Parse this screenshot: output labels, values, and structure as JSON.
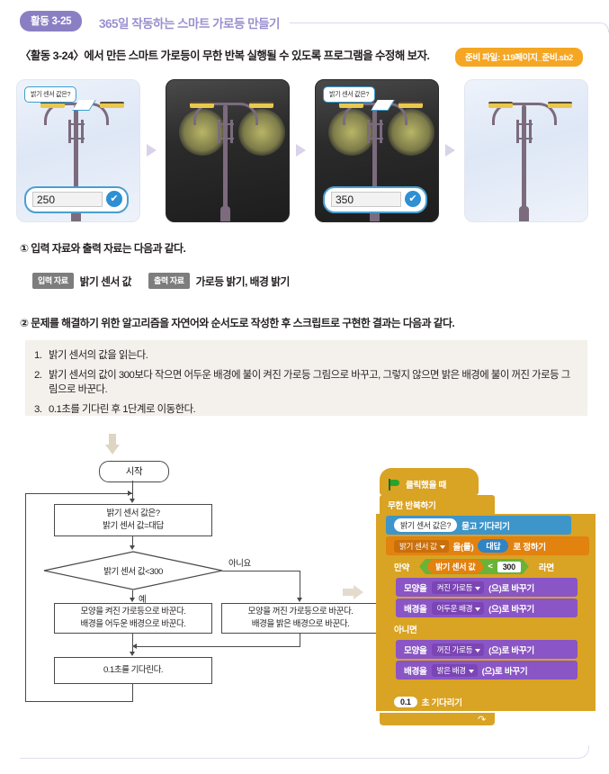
{
  "header": {
    "badge": "활동 3-25",
    "title": "365일 작동하는 스마트 가로등 만들기"
  },
  "intro": {
    "text": "〈활동 3-24〉에서 만든 스마트 가로등이 무한 반복 실행될 수 있도록 프로그램을 수정해 보자.",
    "file_badge": "준비 파일: 119페이지_준비.sb2"
  },
  "panels": [
    {
      "bubble": "밝기 센서 값은?",
      "input_value": "250",
      "ok": "✔",
      "mode": "day"
    },
    {
      "bubble": "",
      "input_value": "",
      "ok": "",
      "mode": "night"
    },
    {
      "bubble": "밝기 센서 값은?",
      "input_value": "350",
      "ok": "✔",
      "mode": "night"
    },
    {
      "bubble": "",
      "input_value": "",
      "ok": "",
      "mode": "day"
    }
  ],
  "sections": {
    "para1": "① 입력 자료와 출력 자료는 다음과 같다.",
    "para2": "② 문제를 해결하기 위한 알고리즘을 자연어와 순서도로 작성한 후 스크립트로 구현한 결과는 다음과 같다.",
    "io": {
      "input_badge": "입력 자료",
      "input_text": "밝기 센서 값",
      "output_badge": "출력 자료",
      "output_text": "가로등 밝기, 배경 밝기"
    }
  },
  "algorithm": {
    "steps": [
      {
        "num": "1.",
        "text": "밝기 센서의 값을 읽는다."
      },
      {
        "num": "2.",
        "text": "밝기 센서의 값이 300보다 작으면 어두운 배경에 불이 켜진 가로등 그림으로 바꾸고, 그렇지 않으면 밝은 배경에 불이 꺼진 가로등 그림으로 바꾼다."
      },
      {
        "num": "3.",
        "text": "0.1초를 기다린 후 1단계로 이동한다."
      }
    ]
  },
  "flowchart": {
    "start": "시작",
    "read_line1": "밝기 센서 값은?",
    "read_line2": "밝기 센서 값=대답",
    "condition": "밝기 센서 값<300",
    "label_no": "아니요",
    "label_yes": "예",
    "yes_line1": "모양을 켜진 가로등으로 바꾼다.",
    "yes_line2": "배경을 어두운 배경으로 바꾼다.",
    "no_line1": "모양을 꺼진 가로등으로 바꾼다.",
    "no_line2": "배경을 밝은 배경으로 바꾼다.",
    "wait": "0.1초를 기다린다."
  },
  "script": {
    "hat": "클릭했을 때",
    "forever": "무한 반복하기",
    "ask_prompt": "밝기 센서 값은?",
    "ask_suffix": "묻고 기다리기",
    "set_var": "밝기 센서 값",
    "set_mid": "을(를)",
    "set_answer": "대답",
    "set_suffix": "로 정하기",
    "if_prefix": "만약",
    "if_var": "밝기 센서 값",
    "if_op": "<",
    "if_value": "300",
    "if_suffix": "라면",
    "costume_label": "모양을",
    "costume_on": "켜진 가로등",
    "costume_off": "꺼진 가로등",
    "to_suffix": "(으)로 바꾸기",
    "backdrop_label": "배경을",
    "backdrop_dark": "어두운 배경",
    "backdrop_light": "밝은 배경",
    "else": "아니면",
    "wait_value": "0.1",
    "wait_suffix": "초 기다리기"
  },
  "colors": {
    "accent_purple": "#8b7fc4",
    "title_purple": "#9b8fd0",
    "file_orange": "#f5a623",
    "control_yellow": "#d9a324",
    "sensing_blue": "#3d95c9",
    "data_orange": "#e2820f",
    "looks_purple": "#8a55c4",
    "operator_green": "#68b338"
  }
}
